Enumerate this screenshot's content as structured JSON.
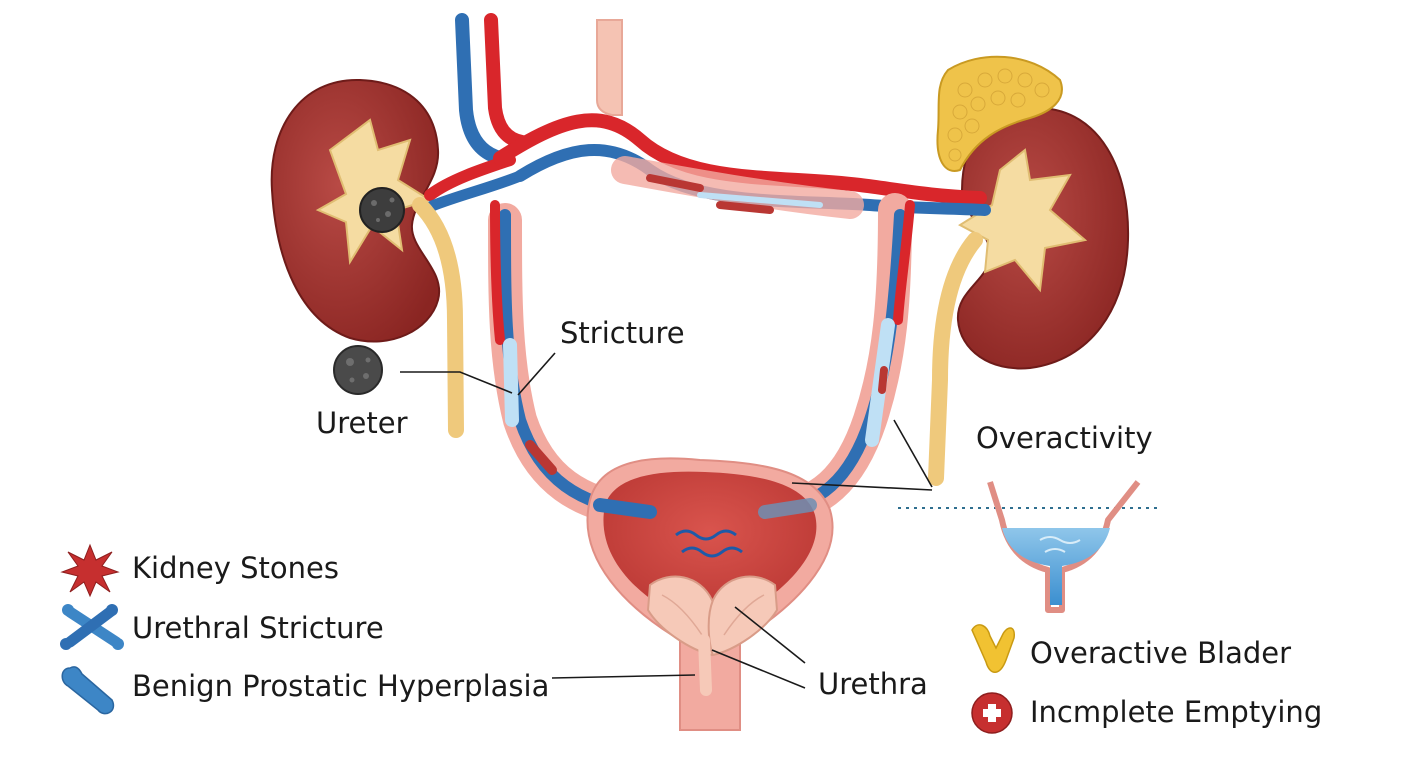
{
  "labels": {
    "stricture": "Stricture",
    "ureter": "Ureter",
    "overactivity": "Overactivity",
    "urethra": "Urethra"
  },
  "legend": {
    "left": [
      {
        "icon": "star-icon",
        "text": "Kidney Stones"
      },
      {
        "icon": "crossed-tubes-icon",
        "text": "Urethral Stricture"
      },
      {
        "icon": "bone-capsule-icon",
        "text": "Benign Prostatic Hyperplasia"
      }
    ],
    "right": [
      {
        "icon": "yellow-organ-icon",
        "text": "Overactive Blader"
      },
      {
        "icon": "plus-circle-icon",
        "text": "Incmplete Emptying"
      }
    ]
  },
  "colors": {
    "kidney": "#9e2f2c",
    "kidney_dark": "#7c1f1d",
    "artery": "#d9262b",
    "vein": "#2f6fb3",
    "ureter": "#efc97c",
    "bladder": "#c9433f",
    "bladder_wall": "#f2aaa0",
    "adrenal": "#efc34a",
    "stone": "#4a4a4a",
    "water": "#4fa3d9",
    "legend_blue": "#3d86c6",
    "legend_red": "#c62f2f"
  }
}
